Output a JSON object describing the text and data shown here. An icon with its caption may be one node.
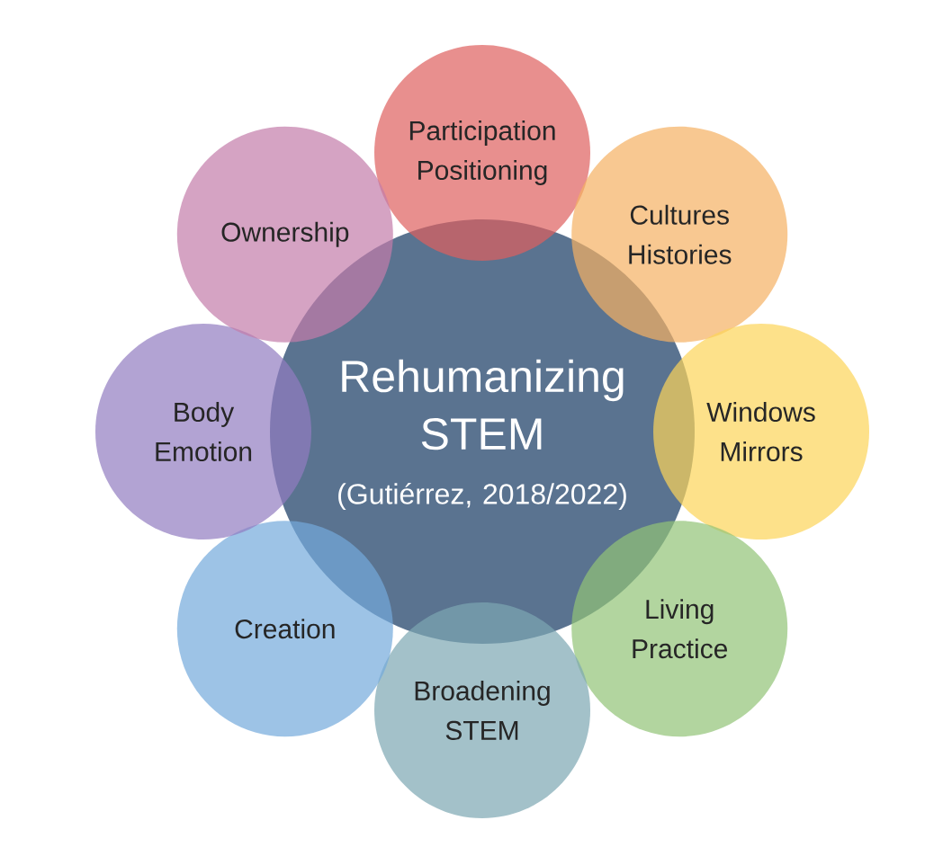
{
  "diagram": {
    "nodes": [
      {
        "text": [
          "Rehumanizing STEM",
          "(Gutiérrez, 2018/2022)"
        ]
      },
      {
        "text": [
          "Participation Positioning"
        ]
      },
      {
        "text": [
          "Cultures Histories"
        ]
      },
      {
        "text": [
          "Windows Mirrors"
        ]
      },
      {
        "text": [
          "Living Practice"
        ]
      },
      {
        "text": [
          "Broadening STEM"
        ]
      },
      {
        "text": [
          "Creation"
        ]
      },
      {
        "text": [
          "Body Emotion"
        ]
      },
      {
        "text": [
          "Ownership"
        ]
      }
    ]
  }
}
